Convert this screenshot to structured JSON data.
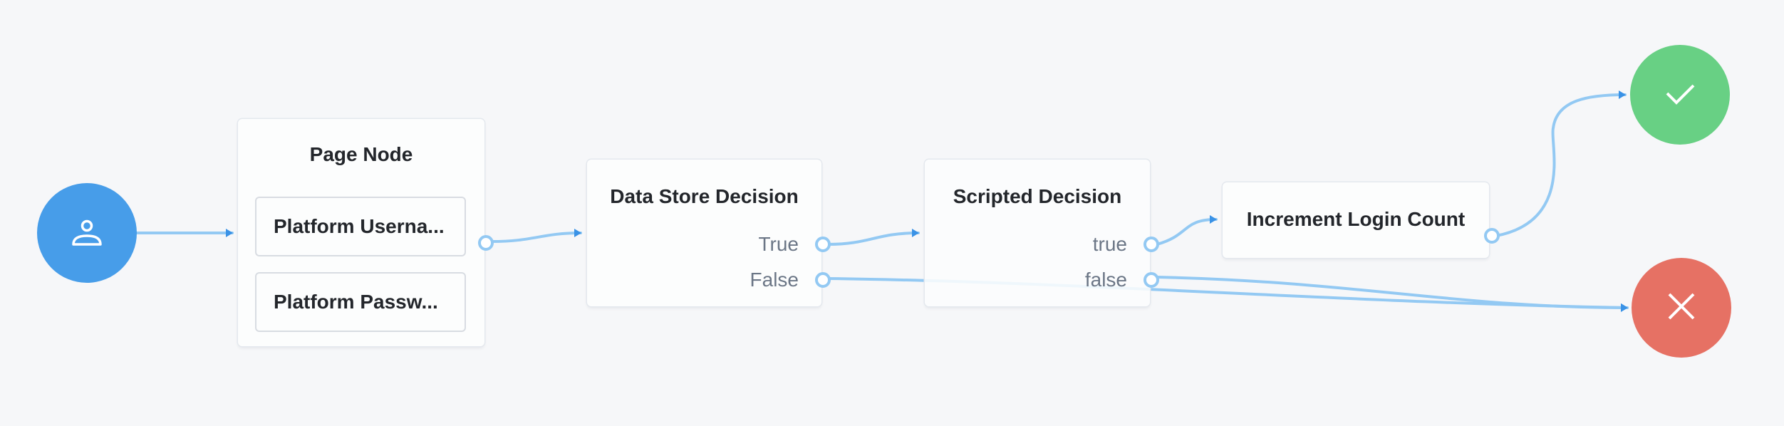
{
  "canvas": {
    "background": "#f6f7f9",
    "link_color": "#93c9f3",
    "arrow_color": "#3a92e6"
  },
  "start_node": {
    "icon": "person-icon",
    "color": "#479de9"
  },
  "nodes": {
    "page_node": {
      "title": "Page Node",
      "items": [
        {
          "label": "Platform Userna..."
        },
        {
          "label": "Platform Passw..."
        }
      ]
    },
    "data_store_decision": {
      "title": "Data Store Decision",
      "outcomes": [
        {
          "label": "True"
        },
        {
          "label": "False"
        }
      ]
    },
    "scripted_decision": {
      "title": "Scripted Decision",
      "outcomes": [
        {
          "label": "true"
        },
        {
          "label": "false"
        }
      ]
    },
    "increment_login_count": {
      "title": "Increment Login Count"
    }
  },
  "success_node": {
    "icon": "check-icon",
    "color": "#68d084"
  },
  "failure_node": {
    "icon": "x-icon",
    "color": "#e67164"
  }
}
